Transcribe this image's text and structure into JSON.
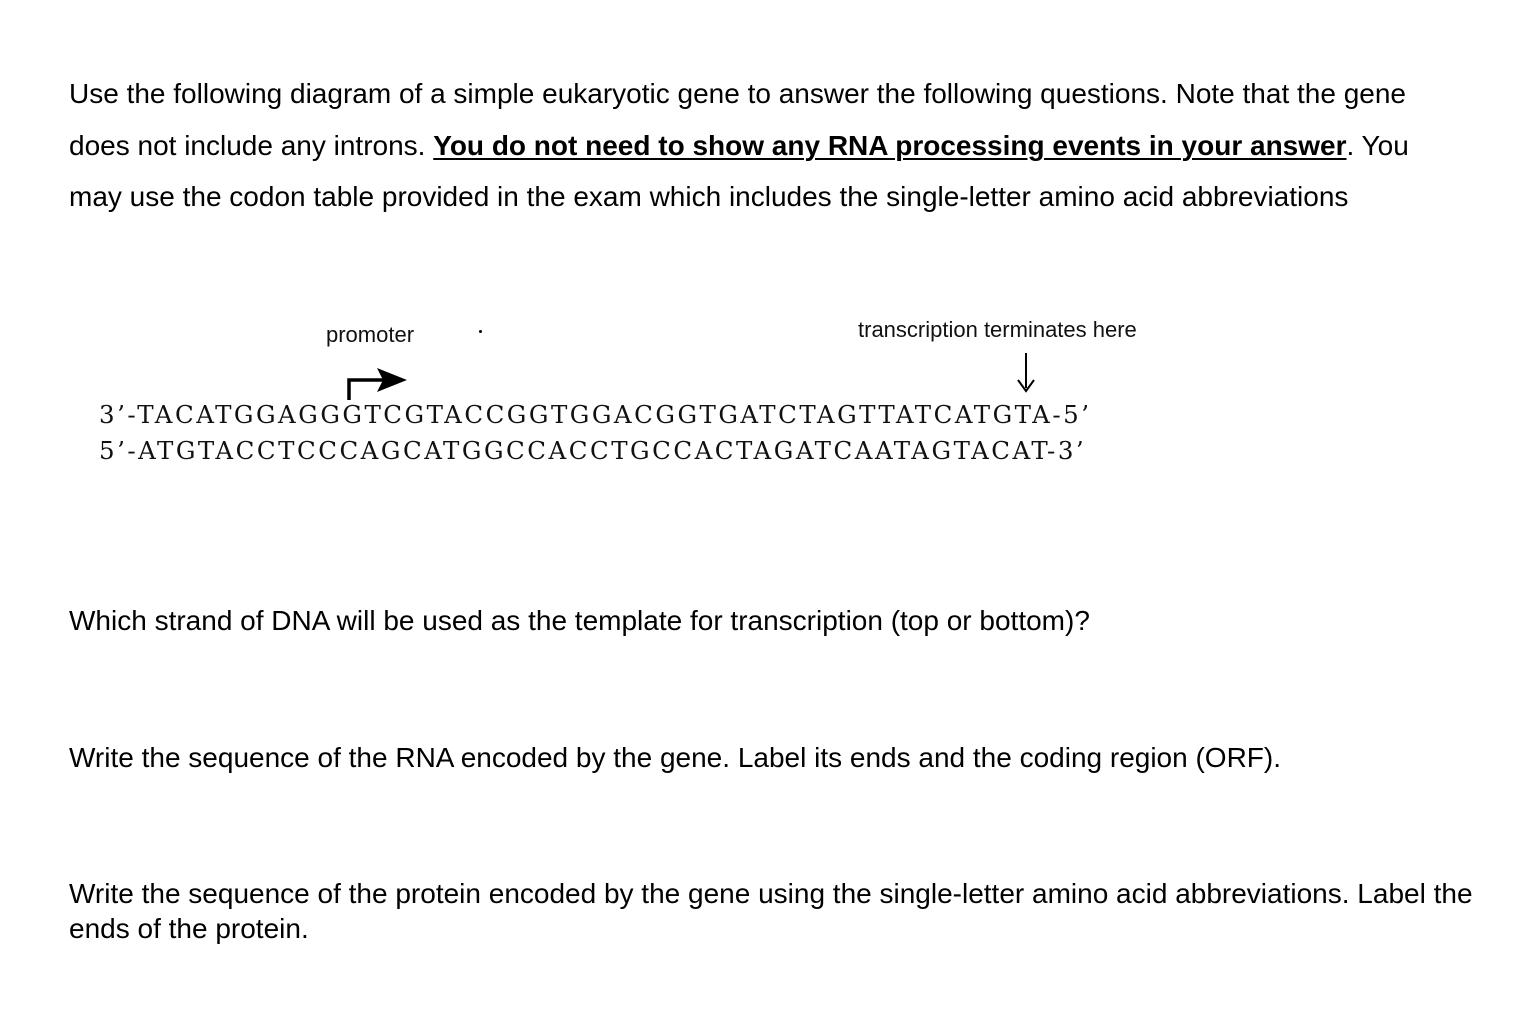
{
  "instructions": {
    "text_1": "Use the following diagram of a simple eukaryotic gene to answer the following questions.  Note that the gene does not include any introns.  ",
    "emphasis": "You do not need to show any RNA processing events in your answer",
    "text_2": ".   You may use the codon table provided in the exam which includes the single-letter amino acid abbreviations"
  },
  "diagram": {
    "promoter_label": "promoter",
    "termination_label": "transcription terminates here",
    "top_strand": "3’-TACATGGAGGGTCGTACCGGTGGACGGTGATCTAGTTATCATGTA-5’",
    "bottom_strand": "5’-ATGTACCTCCCAGCATGGCCACCTGCCACTAGATCAATAGTACAT-3’",
    "promoter_arrow_icon": "bent-arrow-right-icon",
    "termination_arrow_icon": "arrow-down-icon"
  },
  "questions": [
    {
      "text": "Which strand of DNA will be used as the template for transcription (top or bottom)?"
    },
    {
      "text": "Write the sequence of the RNA encoded by the gene.  Label its ends and the coding region (ORF)."
    },
    {
      "text": "Write the sequence of the protein encoded by the gene using the single-letter amino acid abbreviations. Label the ends of the protein."
    }
  ]
}
